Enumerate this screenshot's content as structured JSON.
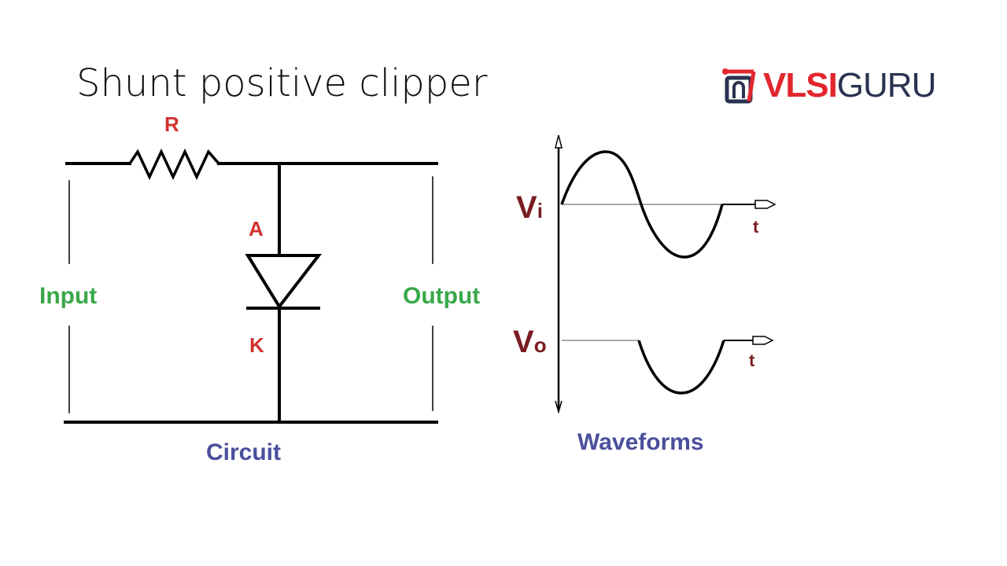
{
  "title": "Shunt positive clipper",
  "logo": {
    "part1": "VLSI",
    "part2": "GURU"
  },
  "circuit": {
    "resistor_label": "R",
    "anode_label": "A",
    "cathode_label": "K",
    "input_label": "Input",
    "output_label": "Output",
    "caption": "Circuit"
  },
  "waveforms": {
    "input_label": "V",
    "input_sub": "i",
    "output_label": "V",
    "output_sub": "o",
    "time_label_1": "t",
    "time_label_2": "t",
    "caption": "Waveforms"
  },
  "colors": {
    "red": "#d0322e",
    "green": "#3aa84a",
    "blue": "#4a4f9c",
    "maroon": "#7a1b22"
  }
}
